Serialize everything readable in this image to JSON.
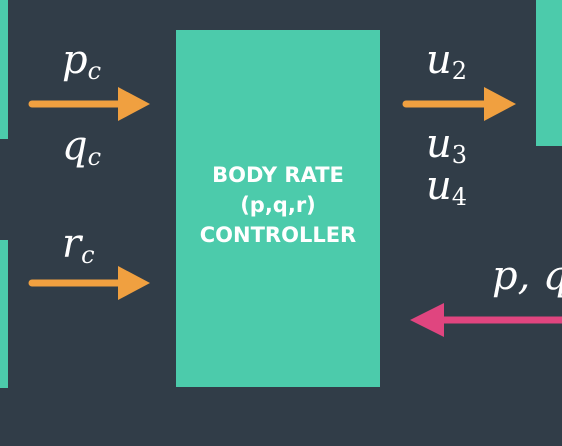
{
  "block": {
    "title_lines": [
      "BODY RATE",
      "(p,q,r)",
      "CONTROLLER"
    ]
  },
  "inputs": [
    {
      "var": "p",
      "sub": "c"
    },
    {
      "var": "q",
      "sub": "c"
    },
    {
      "var": "r",
      "sub": "c"
    }
  ],
  "outputs": [
    {
      "var": "u",
      "sub": "2"
    },
    {
      "var": "u",
      "sub": "3"
    },
    {
      "var": "u",
      "sub": "4"
    }
  ],
  "feedback": {
    "label": "p, q"
  },
  "colors": {
    "background": "#313d48",
    "block": "#4ccbab",
    "input_arrow": "#f0a040",
    "feedback_arrow": "#e0457f",
    "text": "#ffffff"
  }
}
